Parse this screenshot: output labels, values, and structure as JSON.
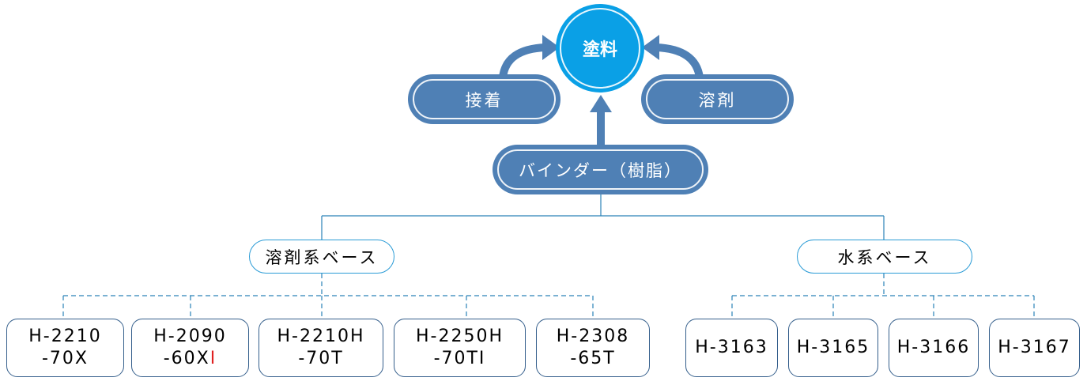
{
  "center": {
    "label": "塗料"
  },
  "left_pill": {
    "label": "接着"
  },
  "right_pill": {
    "label": "溶剤"
  },
  "binder": {
    "label": "バインダー（樹脂）"
  },
  "categories": {
    "solvent": {
      "label": "溶剤系ベース"
    },
    "water": {
      "label": "水系ベース"
    }
  },
  "products": {
    "p1": {
      "line1": "H-2210",
      "line2": "-70X"
    },
    "p2": {
      "line1": "H-2090",
      "line2_main": "-60X",
      "line2_mark": "I"
    },
    "p3": {
      "line1": "H-2210H",
      "line2": "-70T"
    },
    "p4": {
      "line1": "H-2250H",
      "line2": "-70TI"
    },
    "p5": {
      "line1": "H-2308",
      "line2": "-65T"
    },
    "w1": {
      "line1": "H-3163"
    },
    "w2": {
      "line1": "H-3165"
    },
    "w3": {
      "line1": "H-3166"
    },
    "w4": {
      "line1": "H-3167"
    }
  },
  "colors": {
    "primary_blue": "#0aa0e6",
    "pill_blue": "#4f80b5",
    "connector": "#2a82b8",
    "highlight_red": "#e02020"
  }
}
